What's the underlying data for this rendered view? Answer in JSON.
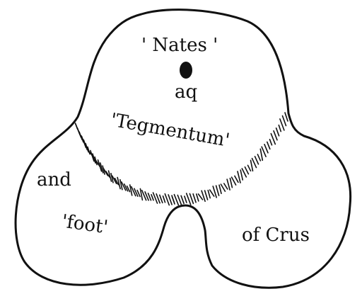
{
  "figure": {
    "labels": {
      "nates": "' Nates '",
      "aq": "aq",
      "tegmentum": "'Tegmentum'",
      "and": "and",
      "foot": "'foot'",
      "of_crus": "of Crus"
    }
  }
}
